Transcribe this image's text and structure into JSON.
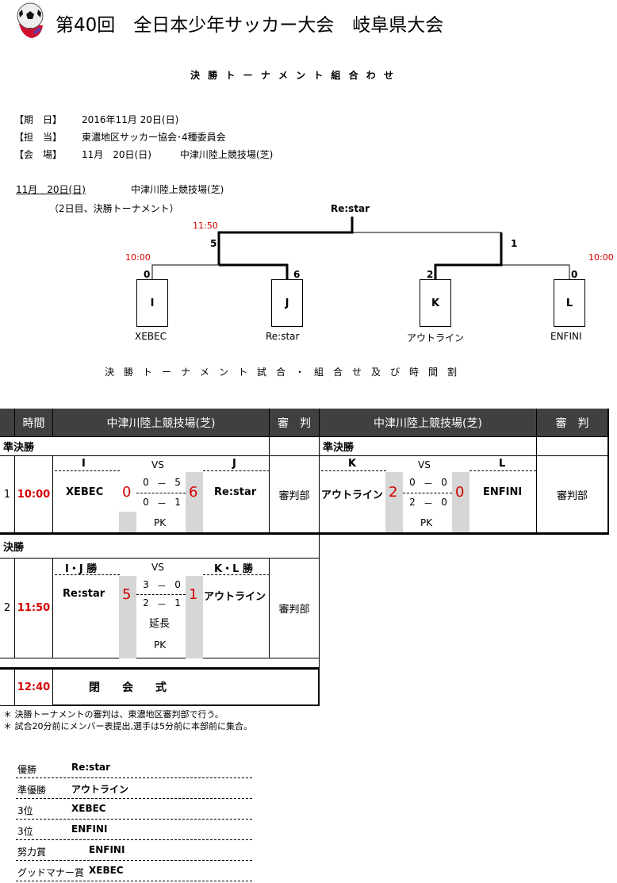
{
  "header": {
    "title": "第40回　全日本少年サッカー大会　岐阜県大会",
    "subtitle": "決 勝 ト ー ナ メ ン ト 組 合 わ せ"
  },
  "info": [
    {
      "label": "【期　日】",
      "value": "2016年11月 20日(日)"
    },
    {
      "label": "【担　当】",
      "value": "東濃地区サッカー協会･4種委員会"
    },
    {
      "label": "【会　場】",
      "value": "11月　20日(日)　　　中津川陸上競技場(芝)"
    }
  ],
  "bracket": {
    "date": "11月　20日(日)",
    "venue": "中津川陸上競技場(芝)",
    "note": "（2日目、決勝トーナメント）",
    "champion": "Re:star",
    "final_time": "11:50",
    "semi_time_left": "10:00",
    "semi_time_right": "10:00",
    "scores": {
      "final_left": "5",
      "final_right": "1",
      "I": "0",
      "J": "6",
      "K": "2",
      "L": "0"
    },
    "teams": [
      {
        "slot": "I",
        "name": "XEBEC"
      },
      {
        "slot": "J",
        "name": "Re:star"
      },
      {
        "slot": "K",
        "name": "アウトライン"
      },
      {
        "slot": "L",
        "name": "ENFINI"
      }
    ]
  },
  "schedule_title": "決　勝　ト　ー　ナ　メ　ン　ト　試　合　・　組　合　せ　及　び　時　間　割",
  "table": {
    "headers": {
      "time": "時間",
      "venue": "中津川陸上競技場(芝)",
      "referee": "審　判"
    },
    "semi_label": "準決勝",
    "final_label": "決勝",
    "vs": "VS",
    "pk": "PK",
    "et": "延長",
    "dash": "－",
    "semi": [
      {
        "no": "1",
        "time": "10:00",
        "left_slot": "I",
        "right_slot": "J",
        "left_team": "XEBEC",
        "right_team": "Re:star",
        "left_score": "0",
        "right_score": "6",
        "h1": [
          "0",
          "5"
        ],
        "h2": [
          "0",
          "1"
        ],
        "referee": "審判部"
      },
      {
        "left_slot": "K",
        "right_slot": "L",
        "left_team": "アウトライン",
        "right_team": "ENFINI",
        "left_score": "2",
        "right_score": "0",
        "h1": [
          "0",
          "0"
        ],
        "h2": [
          "2",
          "0"
        ],
        "referee": "審判部"
      }
    ],
    "final": {
      "no": "2",
      "time": "11:50",
      "left_slot": "I・J 勝",
      "right_slot": "K・L 勝",
      "left_team": "Re:star",
      "right_team": "アウトライン",
      "left_score": "5",
      "right_score": "1",
      "h1": [
        "3",
        "0"
      ],
      "h2": [
        "2",
        "1"
      ],
      "referee": "審判部"
    },
    "closing": {
      "time": "12:40",
      "label": "閉　　会　　式"
    }
  },
  "notes": [
    "＊  決勝トーナメントの審判は、東濃地区審判部で行う。",
    "＊  試合20分前にメンバー表提出,選手は5分前に本部前に集合。"
  ],
  "results": [
    {
      "award": "優勝",
      "team": "Re:star"
    },
    {
      "award": "準優勝",
      "team": "アウトライン"
    },
    {
      "award": "3位",
      "team": "XEBEC"
    },
    {
      "award": "3位",
      "team": "ENFINI"
    },
    {
      "award": "努力賞",
      "team": "ENFINI"
    },
    {
      "award": "グッドマナー賞",
      "team": "XEBEC"
    }
  ],
  "colors": {
    "accent": "#d40000",
    "header_bg": "#404040",
    "score_bar": "#d6d6d6"
  }
}
